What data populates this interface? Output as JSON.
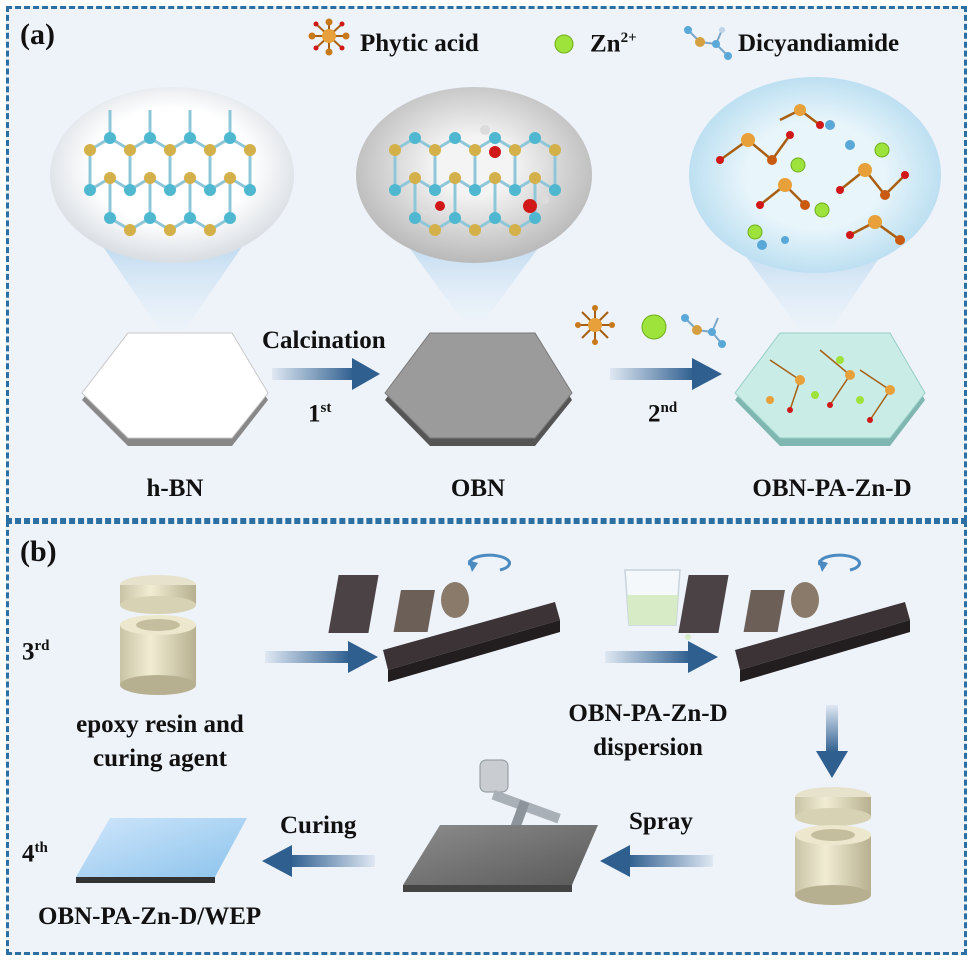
{
  "panel_a": {
    "label": "(a)",
    "legend": {
      "phytic": "Phytic acid",
      "zn": "Zn",
      "zn_sup": "2+",
      "dicy": "Dicyandiamide"
    },
    "materials": {
      "hbn": "h-BN",
      "obn": "OBN",
      "product": "OBN-PA-Zn-D"
    },
    "steps": {
      "calcination": "Calcination",
      "s1": "1",
      "s1_sup": "st",
      "s2": "2",
      "s2_sup": "nd"
    }
  },
  "panel_b": {
    "label": "(b)",
    "step3": "3",
    "step3_sup": "rd",
    "step4": "4",
    "step4_sup": "th",
    "resin_line1": "epoxy resin and",
    "resin_line2": "curing agent",
    "dispersion_line1": "OBN-PA-Zn-D",
    "dispersion_line2": "dispersion",
    "spray": "Spray",
    "curing": "Curing",
    "final": "OBN-PA-Zn-D/WEP"
  },
  "colors": {
    "border": "#2c6fa3",
    "arrow": "#3a6f9e",
    "boron": "#d4b04a",
    "nitrogen": "#4fb8d0",
    "oxygen": "#d01818",
    "zinc": "#9ee23c",
    "phosphorus": "#c87a1a"
  }
}
